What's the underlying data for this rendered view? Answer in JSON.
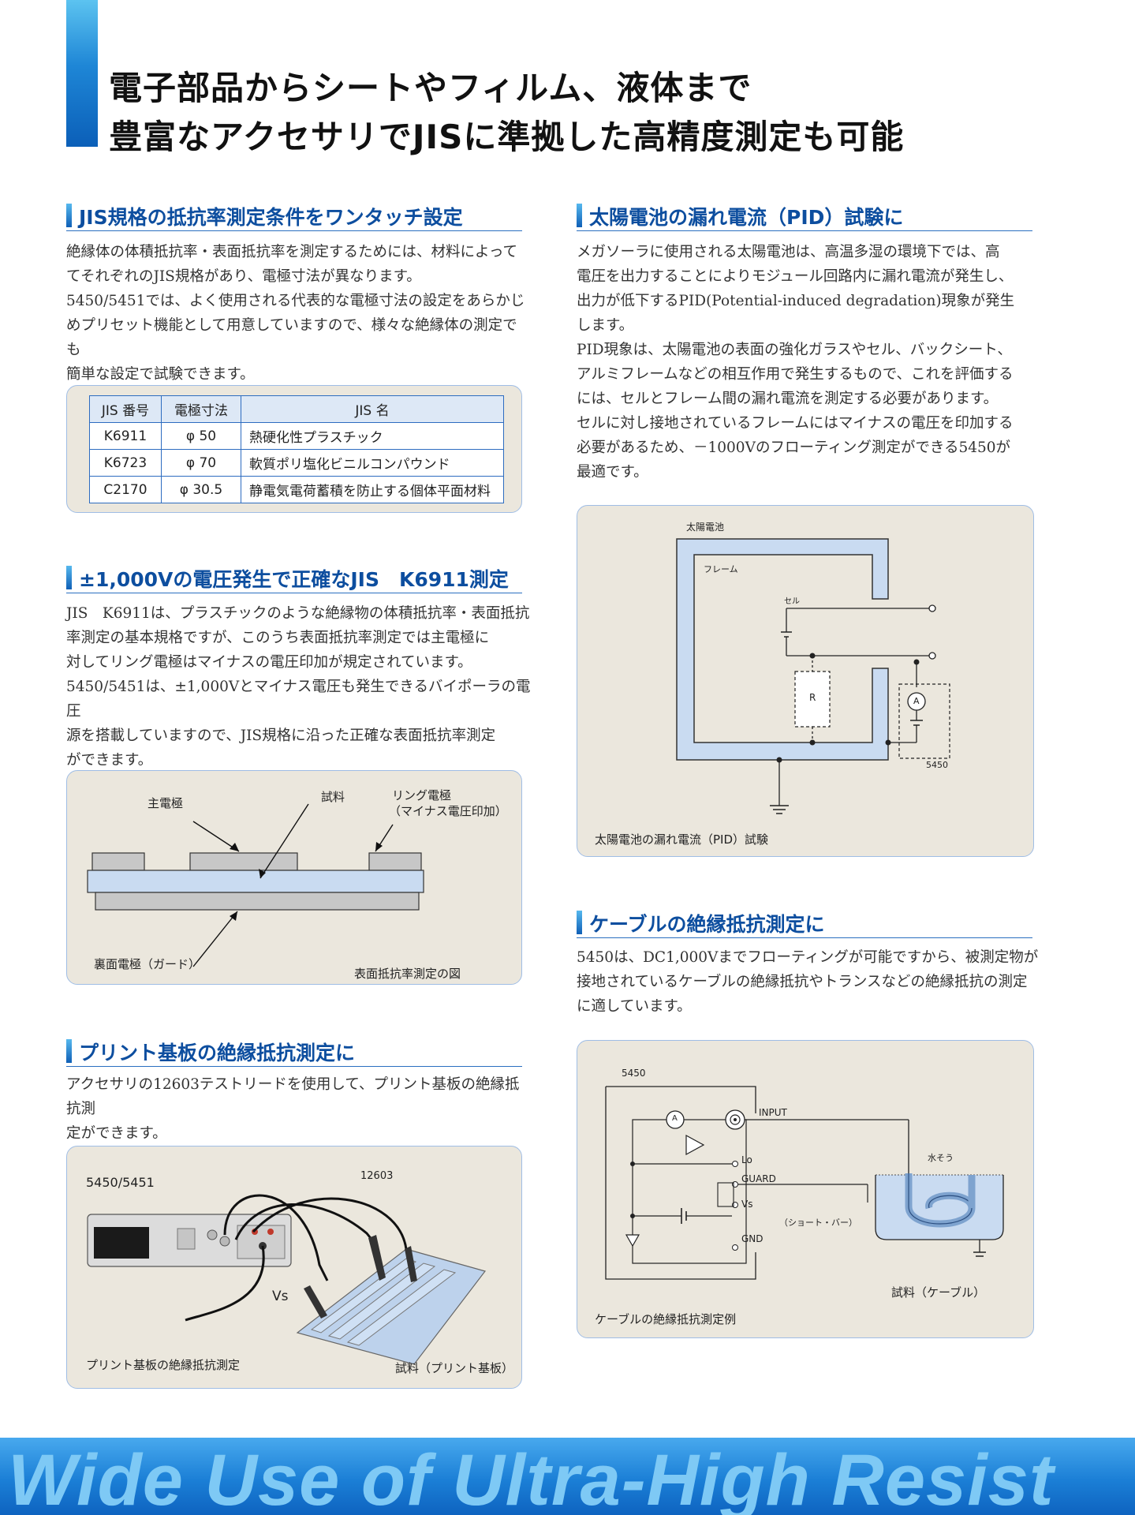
{
  "header": {
    "line1": "電子部品からシートやフィルム、液体まで",
    "line2": "豊富なアクセサリでJISに準拠した高精度測定も可能"
  },
  "sections": {
    "jis": {
      "heading": "JIS規格の抵抗率測定条件をワンタッチ設定",
      "body": [
        "絶縁体の体積抵抗率・表面抵抗率を測定するためには、材料によって",
        "てそれぞれのJIS規格があり、電極寸法が異なります。",
        "5450/5451では、よく使用される代表的な電極寸法の設定をあらかじ",
        "めプリセット機能として用意していますので、様々な絶縁体の測定でも",
        "簡単な設定で試験できます。"
      ],
      "table": {
        "headers": [
          "JIS 番号",
          "電極寸法",
          "JIS 名"
        ],
        "rows": [
          [
            "K6911",
            "φ 50",
            "熱硬化性プラスチック"
          ],
          [
            "K6723",
            "φ 70",
            "軟質ポリ塩化ビニルコンパウンド"
          ],
          [
            "C2170",
            "φ 30.5",
            "静電気電荷蓄積を防止する個体平面材料"
          ]
        ]
      }
    },
    "k6911": {
      "heading": "±1,000Vの電圧発生で正確なJIS　K6911測定",
      "body": [
        "JIS　K6911は、プラスチックのような絶縁物の体積抵抗率・表面抵抗",
        "率測定の基本規格ですが、このうち表面抵抗率測定では主電極に",
        "対してリング電極はマイナスの電圧印加が規定されています。",
        "5450/5451は、±1,000Vとマイナス電圧も発生できるバイポーラの電圧",
        "源を搭載していますので、JIS規格に沿った正確な表面抵抗率測定",
        "ができます。"
      ],
      "diagram": {
        "main_electrode": "主電極",
        "sample": "試料",
        "ring_electrode": "リング電極",
        "ring_note": "（マイナス電圧印加）",
        "guard": "裏面電極（ガード）",
        "caption": "表面抵抗率測定の図"
      }
    },
    "pcb": {
      "heading": "プリント基板の絶縁抵抗測定に",
      "body": [
        "アクセサリの12603テストリードを使用して、プリント基板の絶縁抵抗測",
        "定ができます。"
      ],
      "diagram": {
        "model": "5450/5451",
        "lead": "12603",
        "vs": "Vs",
        "caption": "プリント基板の絶縁抵抗測定",
        "sample": "試料（プリント基板）"
      }
    },
    "pid": {
      "heading": "太陽電池の漏れ電流（PID）試験に",
      "body": [
        "メガソーラに使用される太陽電池は、高温多湿の環境下では、高",
        "電圧を出力することによりモジュール回路内に漏れ電流が発生し、",
        "出力が低下するPID(Potential-induced degradation)現象が発生",
        "します。",
        "PID現象は、太陽電池の表面の強化ガラスやセル、バックシート、",
        "アルミフレームなどの相互作用で発生するもので、これを評価する",
        "には、セルとフレーム間の漏れ電流を測定する必要があります。",
        "セルに対し接地されているフレームにはマイナスの電圧を印加する",
        "必要があるため、－1000Vのフローティング測定ができる5450が",
        "最適です。"
      ],
      "diagram": {
        "solar": "太陽電池",
        "frame": "フレーム",
        "cell": "セル",
        "r": "R",
        "a": "A",
        "model": "5450",
        "caption": "太陽電池の漏れ電流（PID）試験"
      }
    },
    "cable": {
      "heading": "ケーブルの絶縁抵抗測定に",
      "body": [
        "5450は、DC1,000Vまでフローティングが可能ですから、被測定物が",
        "接地されているケーブルの絶縁抵抗やトランスなどの絶縁抵抗の測定",
        "に適しています。"
      ],
      "diagram": {
        "model": "5450",
        "input": "INPUT",
        "a": "A",
        "lo": "Lo",
        "guard": "GUARD",
        "vs": "Vs",
        "short": "（ショート・バー）",
        "gnd": "GND",
        "tank": "水そう",
        "sample": "試料（ケーブル）",
        "caption": "ケーブルの絶縁抵抗測定例"
      }
    }
  },
  "footer": {
    "text": "Wide Use of Ultra-High Resist"
  }
}
